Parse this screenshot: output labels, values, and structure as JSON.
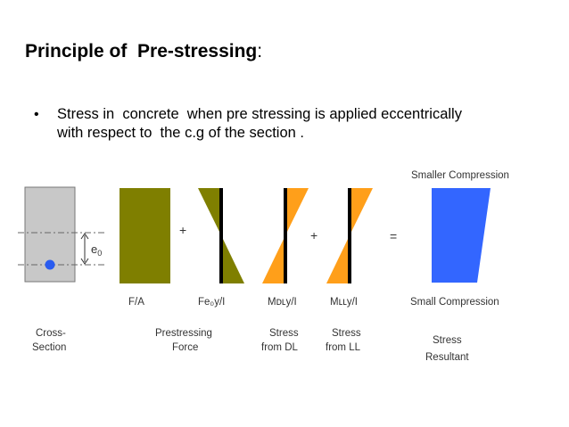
{
  "slide": {
    "title": "Principle of  Pre-stressing",
    "title_colon": ":",
    "bullet": "Stress in  concrete  when pre stressing is applied eccentrically\nwith respect to  the c.g of the section ."
  },
  "diagram": {
    "eccentricity_label": "e0",
    "ops": {
      "plus1": "+",
      "plus2": "+",
      "equals": "="
    },
    "formula_fa": "F/A",
    "formula_fey": "Fe₀y/I",
    "formula_mdl": "Mᴅʟy/I",
    "formula_mll": "Mʟʟy/I",
    "smaller_compression": "Smaller Compression",
    "small_compression": "Small Compression",
    "cross_section": [
      "Cross-",
      "Section"
    ],
    "prestressing_force": [
      "Prestressing",
      "Force"
    ],
    "stress_dl": [
      "Stress",
      "from DL"
    ],
    "stress_ll": [
      "Stress",
      "from LL"
    ],
    "stress_resultant": [
      "Stress",
      "Resultant"
    ],
    "colors": {
      "section_fill": "#c8c8c8",
      "olive": "#7f7f00",
      "orange": "#ff9f1a",
      "blue": "#3366ff",
      "cg_dot": "#2a5cf0"
    }
  }
}
